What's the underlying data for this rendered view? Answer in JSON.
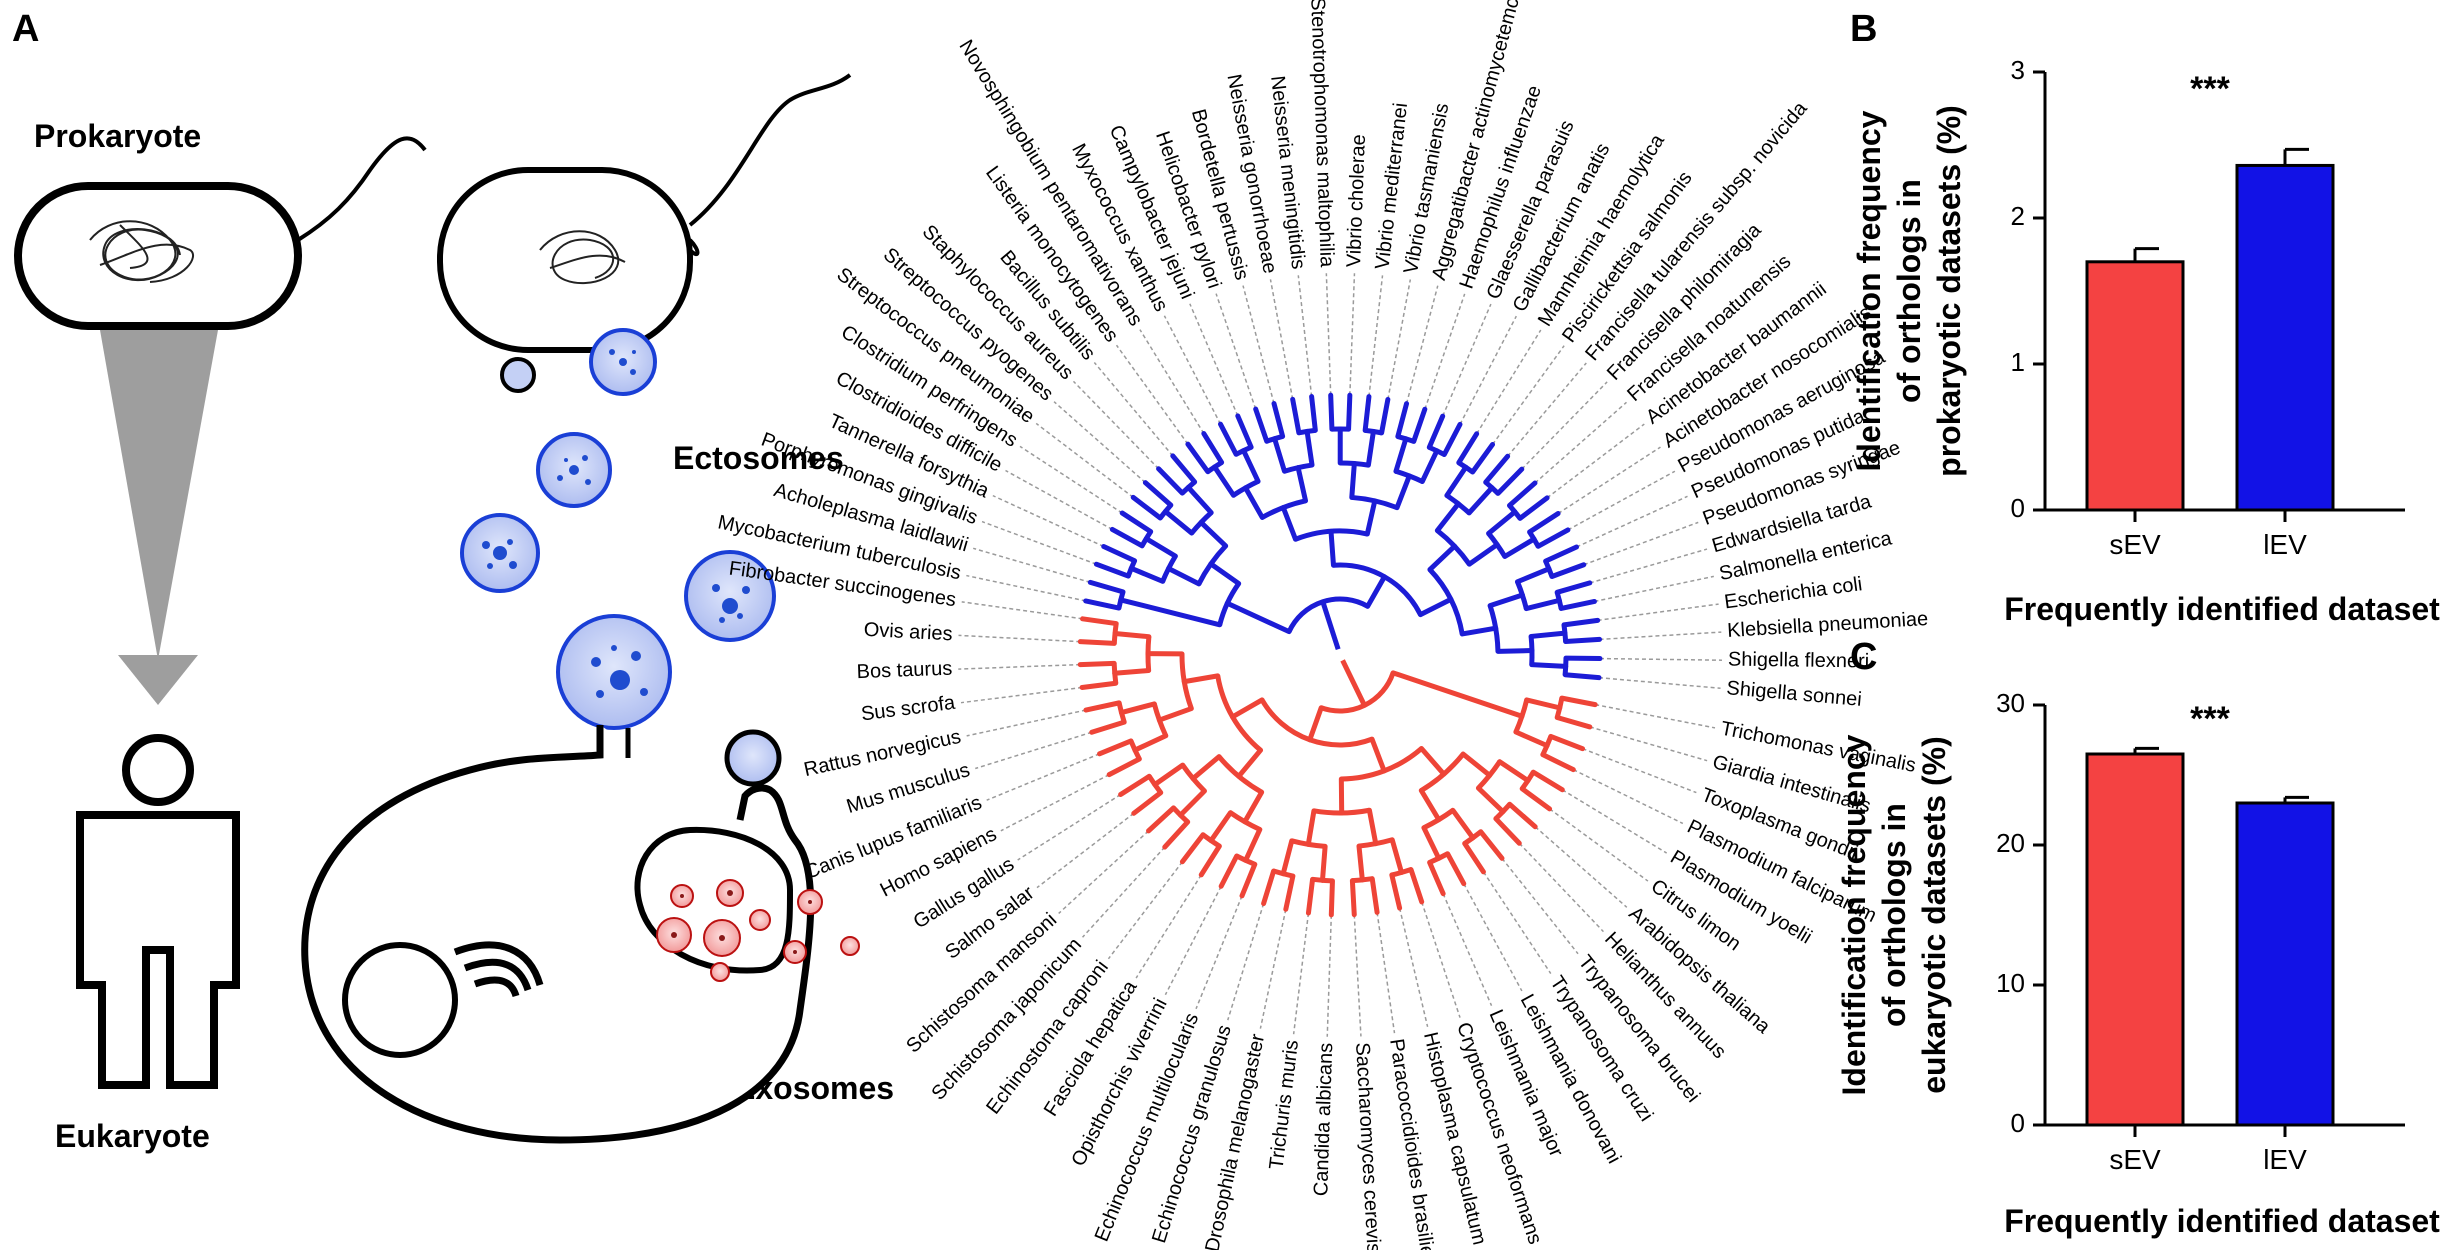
{
  "panels": {
    "a": "A",
    "b": "B",
    "c": "C"
  },
  "illustration": {
    "prokaryote": "Prokaryote",
    "eukaryote": "Eukaryote",
    "ectosomes": "Ectosomes",
    "exosomes": "Exosomes"
  },
  "colors": {
    "sev": "#f44242",
    "lev": "#1212e6",
    "prok_branch": "#1c1cd6",
    "euk_branch": "#ee4437",
    "vesicle_blue": "#c4d0f5",
    "vesicle_red": "#f7b6b6"
  },
  "tree": {
    "prokaryotes": [
      "Shigella sonnei",
      "Shigella flexneri",
      "Klebsiella pneumoniae",
      "Escherichia coli",
      "Salmonella enterica",
      "Edwardsiella tarda",
      "Pseudomonas syringae",
      "Pseudomonas putida",
      "Pseudomonas aeruginosa",
      "Acinetobacter nosocomialis",
      "Acinetobacter baumannii",
      "Francisella noatunensis",
      "Francisella philomiragia",
      "Francisella tularensis subsp. novicida",
      "Piscirickettsia salmonis",
      "Mannheimia haemolytica",
      "Gallibacterium anatis",
      "Glaesserella parasuis",
      "Haemophilus influenzae",
      "Aggregatibacter actinomycetemcomitans",
      "Vibrio tasmaniensis",
      "Vibrio mediterranei",
      "Vibrio cholerae",
      "Stenotrophomonas maltophilia",
      "Neisseria meningitidis",
      "Neisseria gonorrhoeae",
      "Bordetella pertussis",
      "Helicobacter pylori",
      "Campylobacter jejuni",
      "Myxococcus xanthus",
      "Novosphingobium pentaromativorans",
      "Listeria monocytogenes",
      "Bacillus subtilis",
      "Staphylococcus aureus",
      "Streptococcus pyogenes",
      "Streptococcus pneumoniae",
      "Clostridium perfringens",
      "Clostridioides difficile",
      "Tannerella forsythia",
      "Porphyromonas gingivalis",
      "Acholeplasma laidlawii",
      "Mycobacterium tuberculosis"
    ],
    "eukaryotes": [
      "Fibrobacter succinogenes",
      "Ovis aries",
      "Bos taurus",
      "Sus scrofa",
      "Rattus norvegicus",
      "Mus musculus",
      "Canis lupus familiaris",
      "Homo sapiens",
      "Gallus gallus",
      "Salmo salar",
      "Schistosoma mansoni",
      "Schistosoma japonicum",
      "Echinostoma caproni",
      "Fasciola hepatica",
      "Opisthorchis viverrini",
      "Echinococcus multilocularis",
      "Echinococcus granulosus",
      "Drosophila melanogaster",
      "Trichuris muris",
      "Candida albicans",
      "Saccharomyces cerevisiae",
      "Paracoccidioides brasiliensis",
      "Histoplasma capsulatum",
      "Cryptococcus neoformans",
      "Leishmania major",
      "Leishmania donovani",
      "Trypanosoma cruzi",
      "Trypanosoma brucei",
      "Helianthus annuus",
      "Arabidopsis thaliana",
      "Citrus limon",
      "Plasmodium yoelii",
      "Plasmodium falciparum",
      "Toxoplasma gondii",
      "Giardia intestinalis",
      "Trichomonas vaginalis"
    ]
  },
  "chart_data": [
    {
      "type": "bar",
      "panel": "B",
      "categories": [
        "sEV",
        "lEV"
      ],
      "values": [
        1.7,
        2.36
      ],
      "errors": [
        0.09,
        0.11
      ],
      "ylabel_lines": [
        "Identification frequency",
        "of orthologs in",
        "prokaryotic datasets (%)"
      ],
      "xlabel": "Frequently identified dataset",
      "ylim": [
        0,
        3
      ],
      "yticks": [
        "0",
        "1",
        "2",
        "3"
      ],
      "annotation": "***",
      "grid": false
    },
    {
      "type": "bar",
      "panel": "C",
      "categories": [
        "sEV",
        "lEV"
      ],
      "values": [
        26.5,
        23.0
      ],
      "errors": [
        0.4,
        0.4
      ],
      "ylabel_lines": [
        "Identification frequency",
        "of orthologs in",
        "eukaryotic datasets (%)"
      ],
      "xlabel": "Frequently identified dataset",
      "ylim": [
        0,
        30
      ],
      "yticks": [
        "0",
        "10",
        "20",
        "30"
      ],
      "annotation": "***",
      "grid": false
    }
  ]
}
